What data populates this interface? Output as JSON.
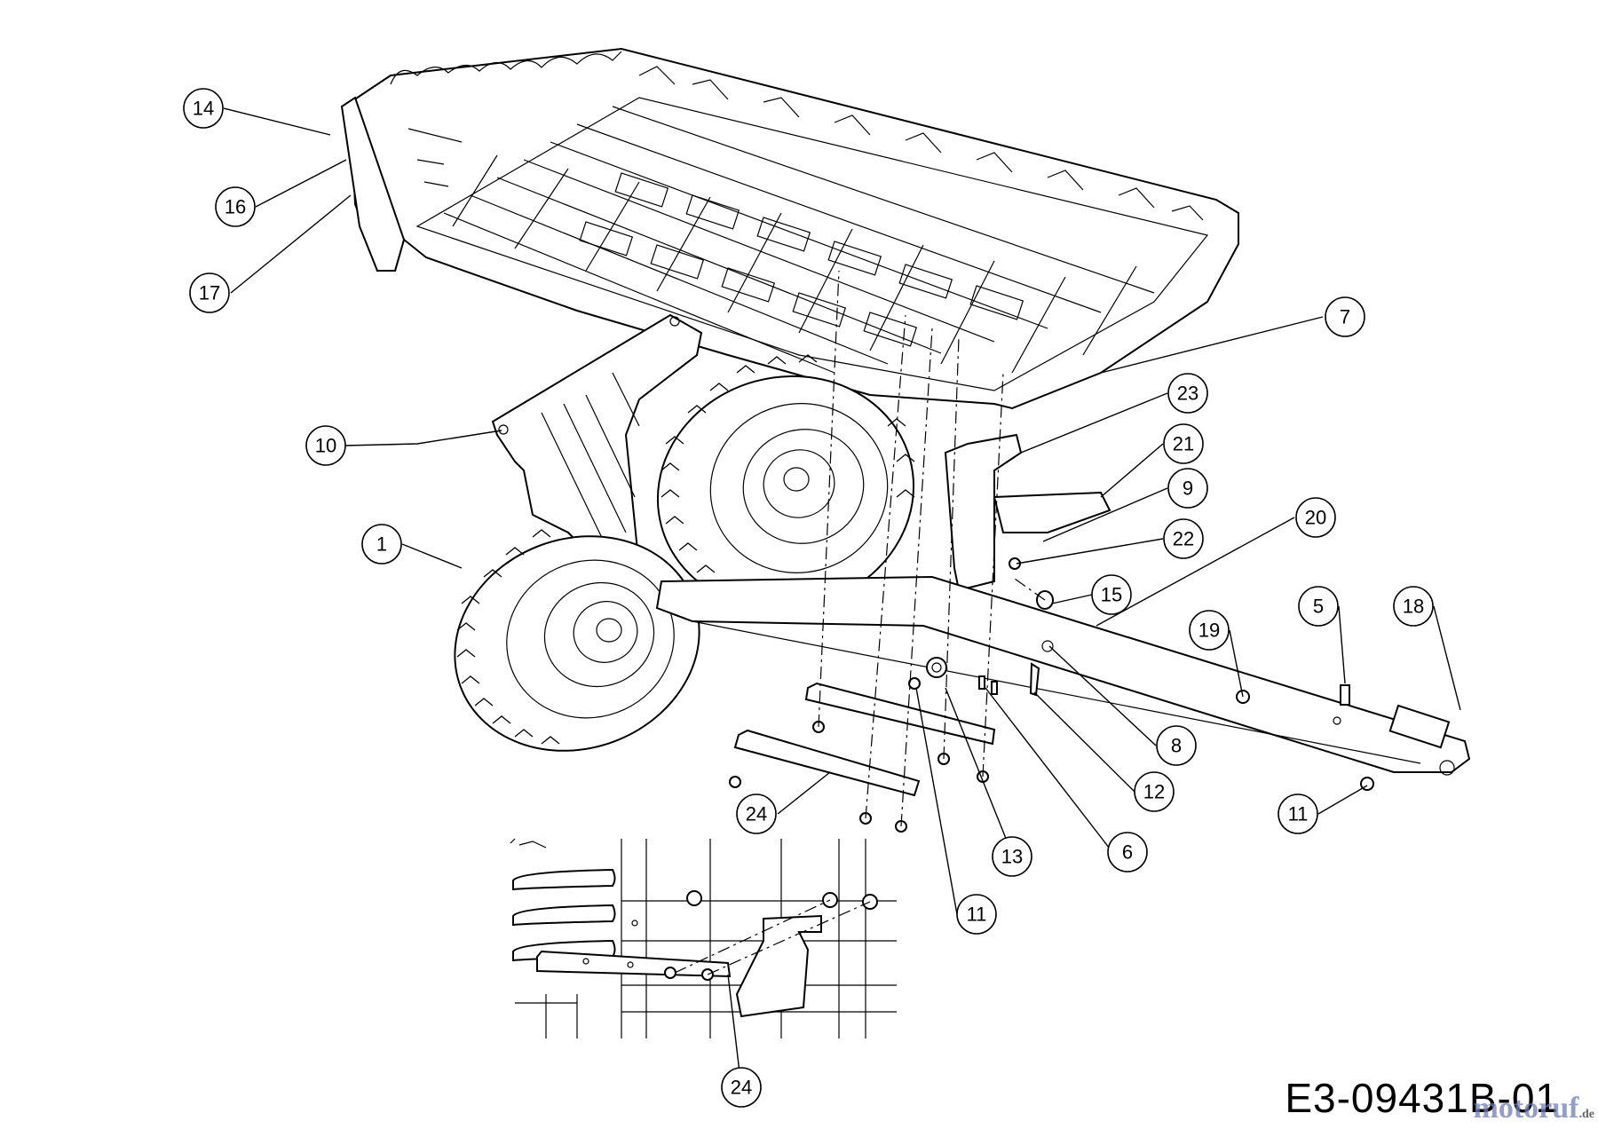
{
  "drawing": {
    "number": "E3-09431B-01",
    "watermark": "motoruf",
    "watermark_tld": ".de"
  },
  "callouts": [
    {
      "id": "c14",
      "label": "14"
    },
    {
      "id": "c16",
      "label": "16"
    },
    {
      "id": "c17",
      "label": "17"
    },
    {
      "id": "c7",
      "label": "7"
    },
    {
      "id": "c23",
      "label": "23"
    },
    {
      "id": "c10",
      "label": "10"
    },
    {
      "id": "c21",
      "label": "21"
    },
    {
      "id": "c9",
      "label": "9"
    },
    {
      "id": "c22",
      "label": "22"
    },
    {
      "id": "c20",
      "label": "20"
    },
    {
      "id": "c1",
      "label": "1"
    },
    {
      "id": "c15",
      "label": "15"
    },
    {
      "id": "c5",
      "label": "5"
    },
    {
      "id": "c18",
      "label": "18"
    },
    {
      "id": "c19",
      "label": "19"
    },
    {
      "id": "c8",
      "label": "8"
    },
    {
      "id": "c12",
      "label": "12"
    },
    {
      "id": "c11a",
      "label": "11"
    },
    {
      "id": "c24a",
      "label": "24"
    },
    {
      "id": "c13",
      "label": "13"
    },
    {
      "id": "c6",
      "label": "6"
    },
    {
      "id": "c11b",
      "label": "11"
    },
    {
      "id": "c24b",
      "label": "24"
    }
  ]
}
